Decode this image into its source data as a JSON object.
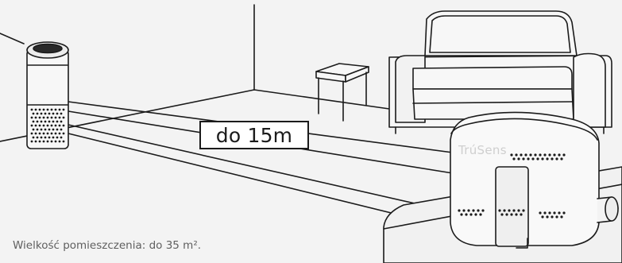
{
  "scene": {
    "distance_label": "do 15m",
    "caption": "Wielkość pomieszczenia: do 35 m².",
    "brand_logo": "TrúSens",
    "icons": [
      "air-purifier-icon",
      "sensor-device-icon",
      "sofa-icon",
      "side-table-icon"
    ],
    "colors": {
      "background": "#f3f3f3",
      "line": "#1b1b1b",
      "caption_text": "#5f5f5f"
    }
  }
}
